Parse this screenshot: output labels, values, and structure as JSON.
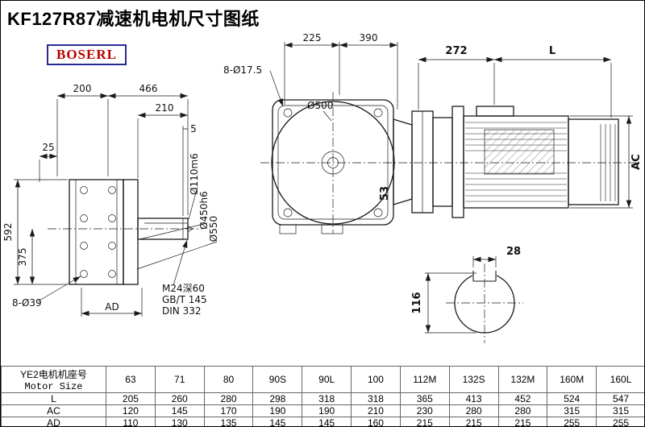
{
  "page": {
    "title": "KF127R87减速机电机尺寸图纸",
    "brand": "BOSERL"
  },
  "front_view": {
    "dim_200": "200",
    "dim_466": "466",
    "dim_210": "210",
    "dim_5": "5",
    "dim_25": "25",
    "dim_592": "592",
    "dim_375": "375",
    "holes": "8-Ø39",
    "dim_ad": "AD",
    "shaft_dia": "Ø110m6",
    "spigot_dia": "Ø450h6",
    "flange_dia": "Ø550",
    "tap_line1": "M24深60",
    "tap_line2": "GB/T 145",
    "tap_line3": "DIN 332"
  },
  "top_view": {
    "dim_225": "225",
    "dim_390": "390",
    "holes": "8-Ø17.5",
    "face_dia": "Ø500",
    "dim_53": "53"
  },
  "motor_view": {
    "dim_272": "272",
    "dim_L": "L",
    "dim_AC": "AC"
  },
  "shaft_section": {
    "key_width": "28",
    "height": "116"
  },
  "table": {
    "header_cn": "YE2电机机座号",
    "header_en": "Motor Size",
    "sizes": [
      "63",
      "71",
      "80",
      "90S",
      "90L",
      "100",
      "112M",
      "132S",
      "132M",
      "160M",
      "160L"
    ],
    "rows": [
      {
        "label": "L",
        "values": [
          "205",
          "260",
          "280",
          "298",
          "318",
          "318",
          "365",
          "413",
          "452",
          "524",
          "547"
        ]
      },
      {
        "label": "AC",
        "values": [
          "120",
          "145",
          "170",
          "190",
          "190",
          "210",
          "230",
          "280",
          "280",
          "315",
          "315"
        ]
      },
      {
        "label": "AD",
        "values": [
          "110",
          "130",
          "135",
          "145",
          "145",
          "160",
          "215",
          "215",
          "215",
          "255",
          "255"
        ]
      }
    ]
  },
  "colors": {
    "line": "#1a1a1a",
    "brand_border": "#2a2a96",
    "brand_text": "#b80000"
  }
}
